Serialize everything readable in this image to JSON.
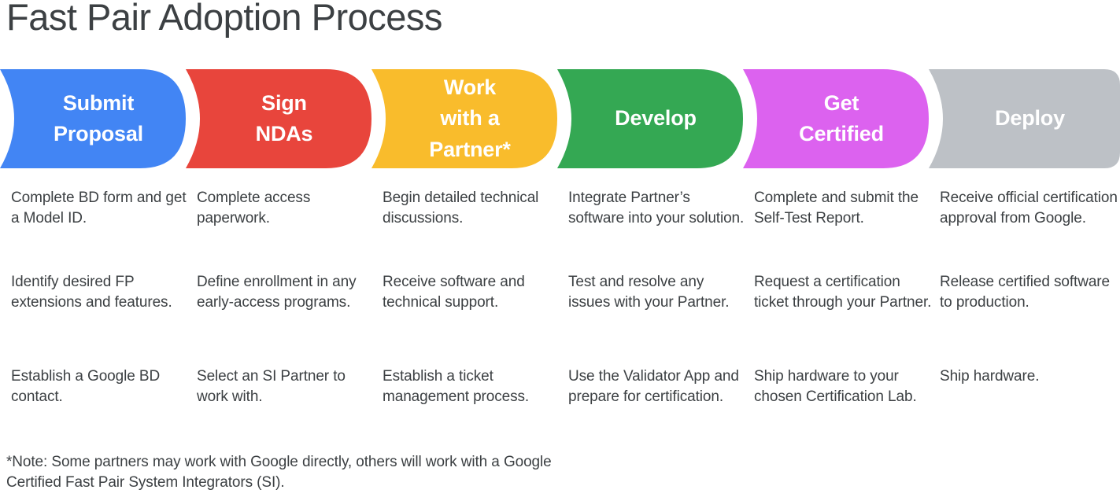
{
  "page": {
    "title": "Fast Pair Adoption Process",
    "background": "#ffffff",
    "text_color": "#3c4043"
  },
  "banner": {
    "stages": [
      {
        "label": "Submit\nProposal",
        "color": "#4285f4",
        "name": "submit-proposal"
      },
      {
        "label": "Sign\nNDAs",
        "color": "#e8453c",
        "name": "sign-ndas"
      },
      {
        "label": "Work\nwith a\nPartner*",
        "color": "#f9bc2c",
        "name": "work-with-a-partner"
      },
      {
        "label": "Develop",
        "color": "#34a853",
        "name": "develop"
      },
      {
        "label": "Get\nCertified",
        "color": "#dc62ef",
        "name": "get-certified"
      },
      {
        "label": "Deploy",
        "color": "#bdc1c6",
        "name": "deploy"
      }
    ]
  },
  "details": {
    "columns": [
      {
        "stage": "Submit Proposal",
        "items": [
          "Complete BD form and get a Model ID.",
          "Identify desired FP extensions and features.",
          "Establish a Google BD contact."
        ]
      },
      {
        "stage": "Sign NDAs",
        "items": [
          "Complete access paperwork.",
          "Define enrollment in any early-access programs.",
          "Select an SI Partner to work with."
        ]
      },
      {
        "stage": "Work with a Partner",
        "items": [
          "Begin detailed technical discussions.",
          "Receive software and technical support.",
          "Establish a ticket management process."
        ]
      },
      {
        "stage": "Develop",
        "items": [
          "Integrate Partner’s software into your solution.",
          "Test and resolve any issues with your Partner.",
          "Use the Validator App and prepare for certification."
        ]
      },
      {
        "stage": "Get Certified",
        "items": [
          "Complete and submit the Self-Test Report.",
          "Request a certification ticket through your Partner.",
          "Ship hardware to your chosen Certification Lab."
        ]
      },
      {
        "stage": "Deploy",
        "items": [
          "Receive official certification approval from Google.",
          "Release certified software to production.",
          "Ship hardware."
        ]
      }
    ]
  },
  "footnote": {
    "text": "*Note: Some partners may work with Google directly, others will work with a Google Certified Fast Pair System Integrators (SI)."
  }
}
